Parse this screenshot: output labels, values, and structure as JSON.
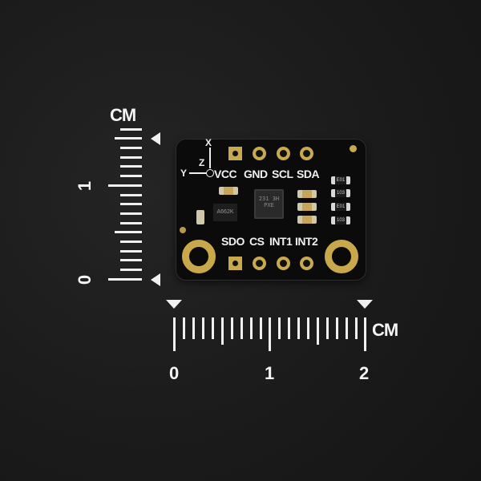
{
  "scene": {
    "description": "Product photo of a small black sensor breakout board on dark textured background with centimeter rulers",
    "background_color": "#1c1c1c",
    "board_color": "#0b0b0b",
    "gold_color": "#c9a94e"
  },
  "vertical_ruler": {
    "unit": "CM",
    "labels": [
      "1",
      "0"
    ]
  },
  "horizontal_ruler": {
    "unit": "CM",
    "labels": [
      "0",
      "1",
      "2"
    ]
  },
  "board": {
    "axes": {
      "x": "X",
      "y": "Y",
      "z": "Z"
    },
    "top_pins": [
      "VCC",
      "GND",
      "SCL",
      "SDA"
    ],
    "bottom_pins": [
      "SDO",
      "CS",
      "INT1",
      "INT2"
    ],
    "chip_marking": "231 3H PXE",
    "regulator_marking": "A662K",
    "resistor_markings": [
      "E01",
      "103",
      "E01",
      "103"
    ]
  }
}
